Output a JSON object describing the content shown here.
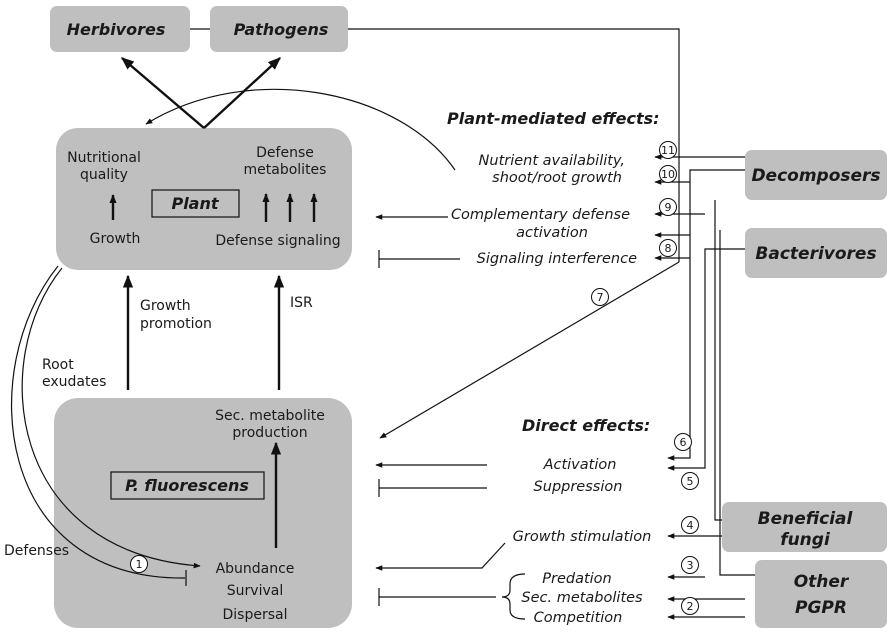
{
  "organisms": {
    "herbivores": "Herbivores",
    "pathogens": "Pathogens",
    "decomposers": "Decomposers",
    "bacterivores": "Bacterivores",
    "beneficial_fungi_l1": "Beneficial",
    "beneficial_fungi_l2": "fungi",
    "other_pgpr_l1": "Other",
    "other_pgpr_l2": "PGPR"
  },
  "plant": {
    "name": "Plant",
    "nutritional_l1": "Nutritional",
    "nutritional_l2": "quality",
    "defense_metab_l1": "Defense",
    "defense_metab_l2": "metabolites",
    "growth": "Growth",
    "defense_signaling": "Defense signaling"
  },
  "bacterium": {
    "name": "P. fluorescens",
    "sec_metab_l1": "Sec. metabolite",
    "sec_metab_l2": "production",
    "abundance": "Abundance",
    "survival": "Survival",
    "dispersal": "Dispersal"
  },
  "links": {
    "growth_promotion_l1": "Growth",
    "growth_promotion_l2": "promotion",
    "isr": "ISR",
    "root_exudates_l1": "Root",
    "root_exudates_l2": "exudates",
    "defenses": "Defenses"
  },
  "plant_mediated": {
    "heading": "Plant-mediated effects:",
    "nutrient_l1": "Nutrient availability,",
    "nutrient_l2": "shoot/root growth",
    "complementary_l1": "Complementary defense",
    "complementary_l2": "activation",
    "signaling": "Signaling interference"
  },
  "direct": {
    "heading": "Direct effects:",
    "activation": "Activation",
    "suppression": "Suppression",
    "growth_stimulation": "Growth stimulation",
    "predation": "Predation",
    "sec_metabolites": "Sec. metabolites",
    "competition": "Competition"
  },
  "markers": [
    "1",
    "2",
    "3",
    "4",
    "5",
    "6",
    "7",
    "8",
    "9",
    "10",
    "11"
  ]
}
